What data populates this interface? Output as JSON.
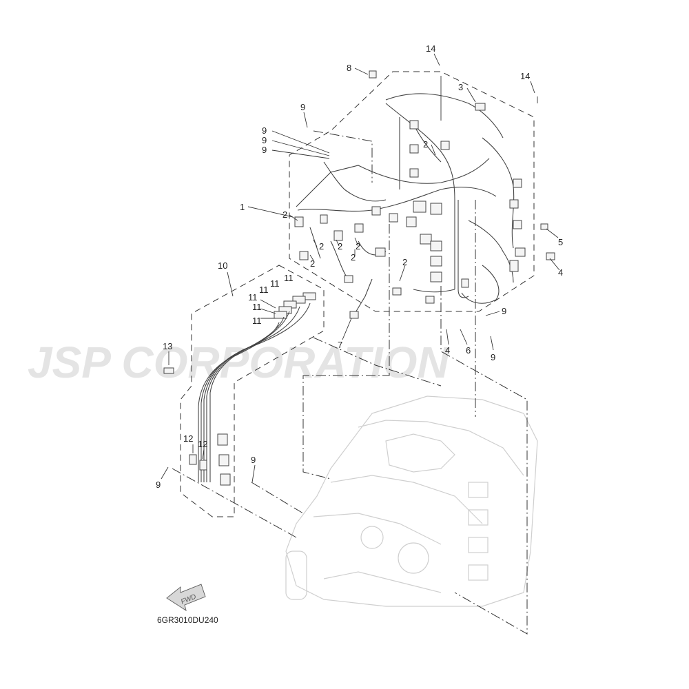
{
  "diagram": {
    "part_code": "6GR3010DU240",
    "watermark": "JSP CORPORATION",
    "fwd_label": "FWD",
    "callouts": {
      "c14a": "14",
      "c8": "8",
      "c3": "3",
      "c14b": "14",
      "c9a": "9",
      "c9b": "9",
      "c9c": "9",
      "c9d": "9",
      "c2a": "2",
      "c1": "1",
      "c2b": "2",
      "c2c": "2",
      "c2d": "2",
      "c2e": "2",
      "c2f": "2",
      "c2g": "2",
      "c5": "5",
      "c4a": "4",
      "c10": "10",
      "c11a": "11",
      "c11b": "11",
      "c11c": "11",
      "c11d": "11",
      "c11e": "11",
      "c9e": "9",
      "c7": "7",
      "c4b": "4",
      "c6": "6",
      "c9f": "9",
      "c13": "13",
      "c12a": "12",
      "c12b": "12",
      "c9g": "9",
      "c9h": "9"
    }
  }
}
